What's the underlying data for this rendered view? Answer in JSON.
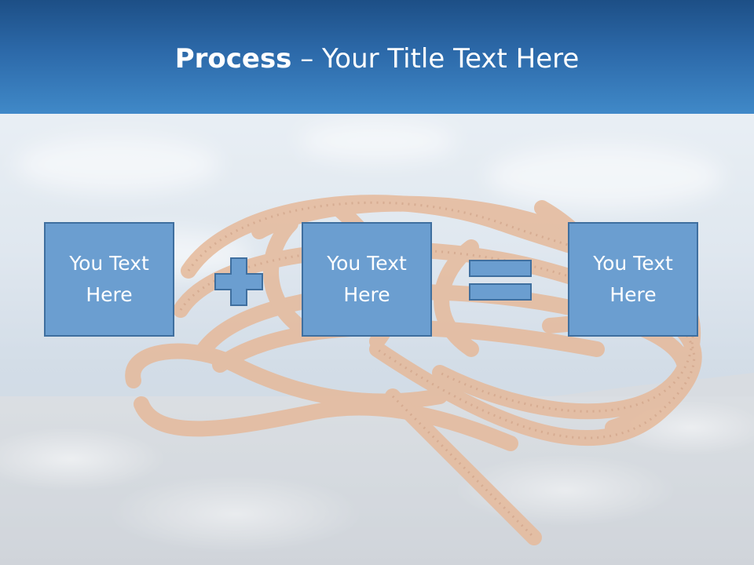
{
  "title": {
    "bold": "Process",
    "rest": " – Your Title Text Here"
  },
  "boxes": [
    {
      "line1": "You Text",
      "line2": "Here"
    },
    {
      "line1": "You Text",
      "line2": "Here"
    },
    {
      "line1": "You Text",
      "line2": "Here"
    }
  ],
  "colors": {
    "header": "#2c69a9",
    "box_fill": "#6b9ed0",
    "box_border": "#3f6f9f",
    "rope": "#d98f5c"
  }
}
